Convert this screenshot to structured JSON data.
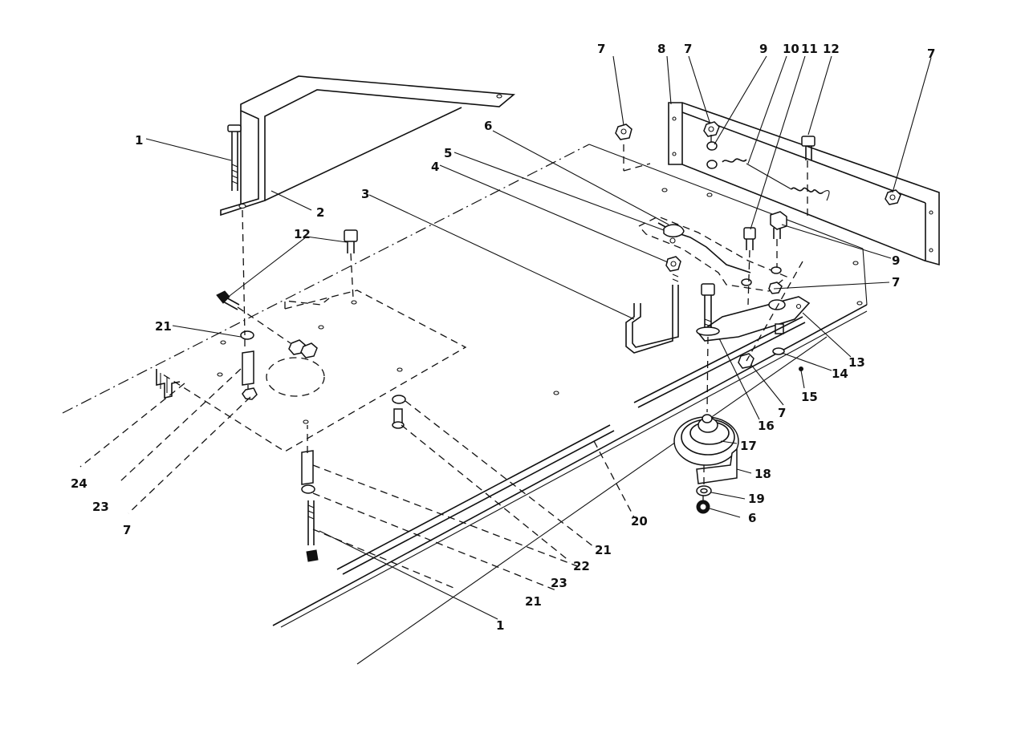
{
  "callouts": [
    "1",
    "2",
    "3",
    "4",
    "5",
    "6",
    "7",
    "7",
    "7",
    "8",
    "9",
    "10",
    "11",
    "12",
    "7",
    "12",
    "9",
    "7",
    "13",
    "14",
    "15",
    "7",
    "16",
    "17",
    "18",
    "19",
    "6",
    "20",
    "21",
    "21",
    "22",
    "23",
    "21",
    "1",
    "24",
    "23",
    "7"
  ]
}
